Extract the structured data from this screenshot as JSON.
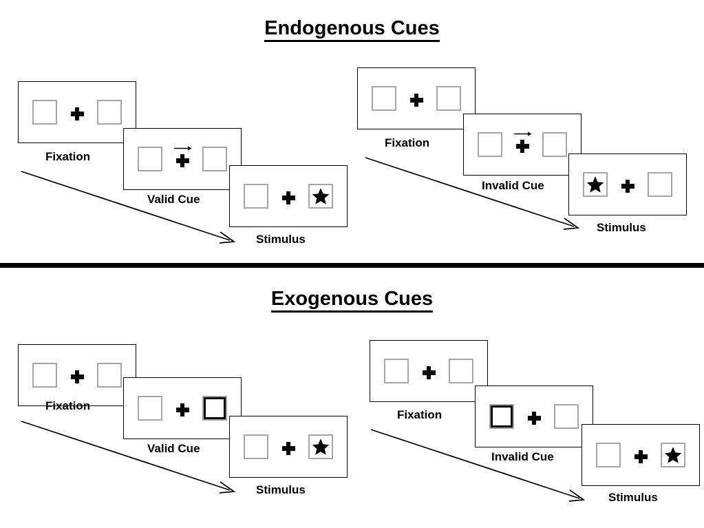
{
  "figure": {
    "background_color": "#ffffff",
    "ink_color": "#000000",
    "box_outline_color": "#a6a6a6",
    "cue_highlight_color": "#000000"
  },
  "sections": [
    {
      "id": "endogenous",
      "title": "Endogenous Cues",
      "sequences": [
        {
          "id": "endogenous-valid",
          "condition_label": "Valid Cue",
          "frames": [
            {
              "id": "endogenous-valid-fixation",
              "caption": "Fixation",
              "left_box": "empty",
              "right_box": "empty",
              "center": "plus",
              "arrow": "none"
            },
            {
              "id": "endogenous-valid-cue",
              "caption": "Valid Cue",
              "left_box": "empty",
              "right_box": "empty",
              "center": "plus",
              "arrow": "right"
            },
            {
              "id": "endogenous-valid-stimulus",
              "caption": "Stimulus",
              "left_box": "empty",
              "right_box": "star",
              "center": "plus",
              "arrow": "none"
            }
          ]
        },
        {
          "id": "endogenous-invalid",
          "condition_label": "Invalid Cue",
          "frames": [
            {
              "id": "endogenous-invalid-fixation",
              "caption": "Fixation",
              "left_box": "empty",
              "right_box": "empty",
              "center": "plus",
              "arrow": "none"
            },
            {
              "id": "endogenous-invalid-cue",
              "caption": "Invalid Cue",
              "left_box": "empty",
              "right_box": "empty",
              "center": "plus",
              "arrow": "right"
            },
            {
              "id": "endogenous-invalid-stimulus",
              "caption": "Stimulus",
              "left_box": "star",
              "right_box": "empty",
              "center": "plus",
              "arrow": "none"
            }
          ]
        }
      ]
    },
    {
      "id": "exogenous",
      "title": "Exogenous Cues",
      "sequences": [
        {
          "id": "exogenous-valid",
          "condition_label": "Valid Cue",
          "frames": [
            {
              "id": "exogenous-valid-fixation",
              "caption": "Fixation",
              "left_box": "empty",
              "right_box": "empty",
              "center": "plus",
              "arrow": "none"
            },
            {
              "id": "exogenous-valid-cue",
              "caption": "Valid Cue",
              "left_box": "empty",
              "right_box": "cued",
              "center": "plus",
              "arrow": "none"
            },
            {
              "id": "exogenous-valid-stimulus",
              "caption": "Stimulus",
              "left_box": "empty",
              "right_box": "star",
              "center": "plus",
              "arrow": "none"
            }
          ]
        },
        {
          "id": "exogenous-invalid",
          "condition_label": "Invalid Cue",
          "frames": [
            {
              "id": "exogenous-invalid-fixation",
              "caption": "Fixation",
              "left_box": "empty",
              "right_box": "empty",
              "center": "plus",
              "arrow": "none"
            },
            {
              "id": "exogenous-invalid-cue",
              "caption": "Invalid Cue",
              "left_box": "cued",
              "right_box": "empty",
              "center": "plus",
              "arrow": "none"
            },
            {
              "id": "exogenous-invalid-stimulus",
              "caption": "Stimulus",
              "left_box": "empty",
              "right_box": "star",
              "center": "plus",
              "arrow": "none"
            }
          ]
        }
      ]
    }
  ]
}
